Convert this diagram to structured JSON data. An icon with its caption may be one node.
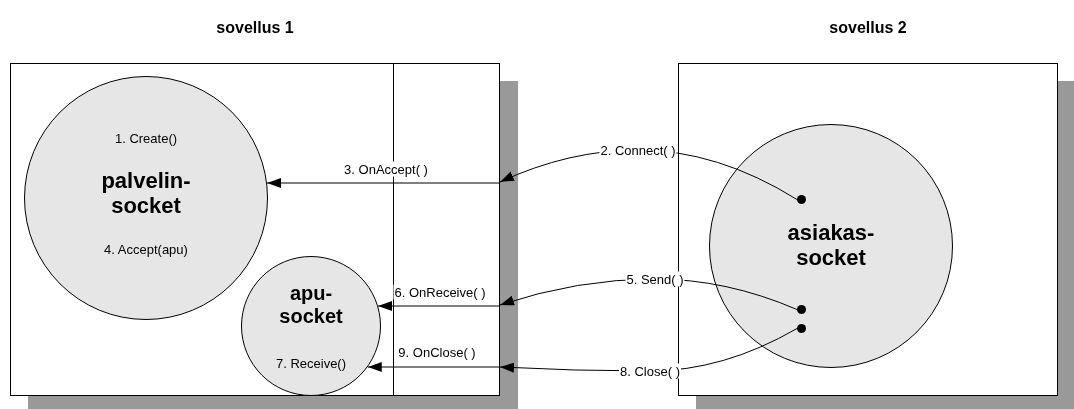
{
  "diagram": {
    "nodes": [
      {
        "text": [
          "sovellus 1"
        ]
      },
      {
        "text": [
          "1. Create()",
          "palvelin- socket",
          "4. Accept(apu)"
        ],
        "in": 0
      },
      {
        "text": [
          "apu- socket",
          "7. Receive()"
        ],
        "in": 0
      },
      {
        "text": [
          "sovellus 2"
        ]
      },
      {
        "text": [
          "asiakas- socket"
        ],
        "in": 3
      },
      {
        "text": [],
        "shape": "circle",
        "in": 4
      },
      {
        "text": [],
        "shape": "circle",
        "in": 4
      },
      {
        "text": [],
        "shape": "circle",
        "in": 4
      }
    ],
    "edges": [
      {
        "from": 5,
        "to": 0,
        "arrow": "to",
        "label": "2. Connect( )"
      },
      {
        "from": 0,
        "to": 1,
        "arrow": "to",
        "label": "3. OnAccept( )"
      },
      {
        "from": 6,
        "to": 0,
        "arrow": "to",
        "label": "5. Send( )"
      },
      {
        "from": 0,
        "to": 2,
        "arrow": "to",
        "label": "6. OnReceive( )"
      },
      {
        "from": 7,
        "to": 0,
        "arrow": "to",
        "label": "8. Close( )"
      },
      {
        "from": 0,
        "to": 2,
        "arrow": "to",
        "label": "9. OnClose( )"
      }
    ]
  }
}
